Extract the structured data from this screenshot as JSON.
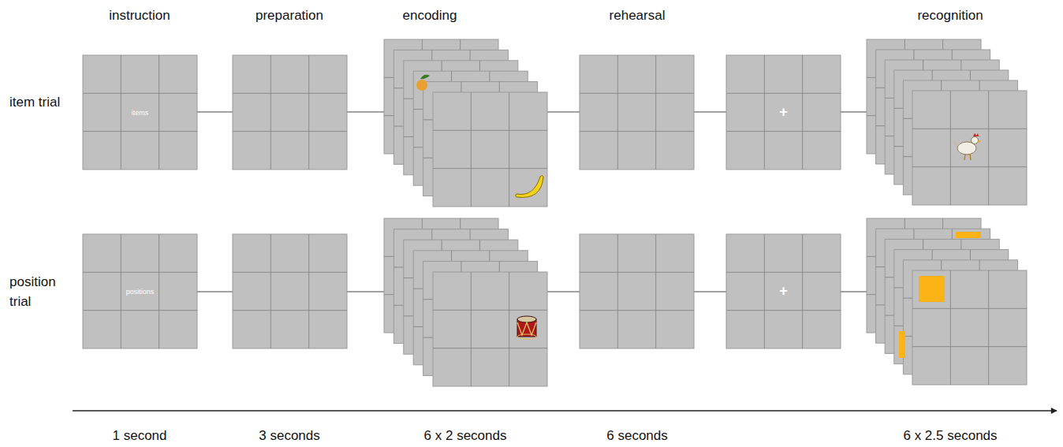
{
  "diagram": {
    "nodes": [
      {
        "text": [
          "items"
        ]
      },
      {
        "text": [
          "+"
        ]
      },
      {
        "text": [
          "positions"
        ]
      },
      {
        "text": [
          "+"
        ]
      }
    ],
    "labels": [
      "instruction",
      "preparation",
      "encoding",
      "rehearsal",
      "recognition",
      "item trial",
      "position trial",
      "1 second",
      "3 seconds",
      "6 x 2 seconds",
      "6 seconds",
      "6 x 2.5 seconds"
    ]
  }
}
